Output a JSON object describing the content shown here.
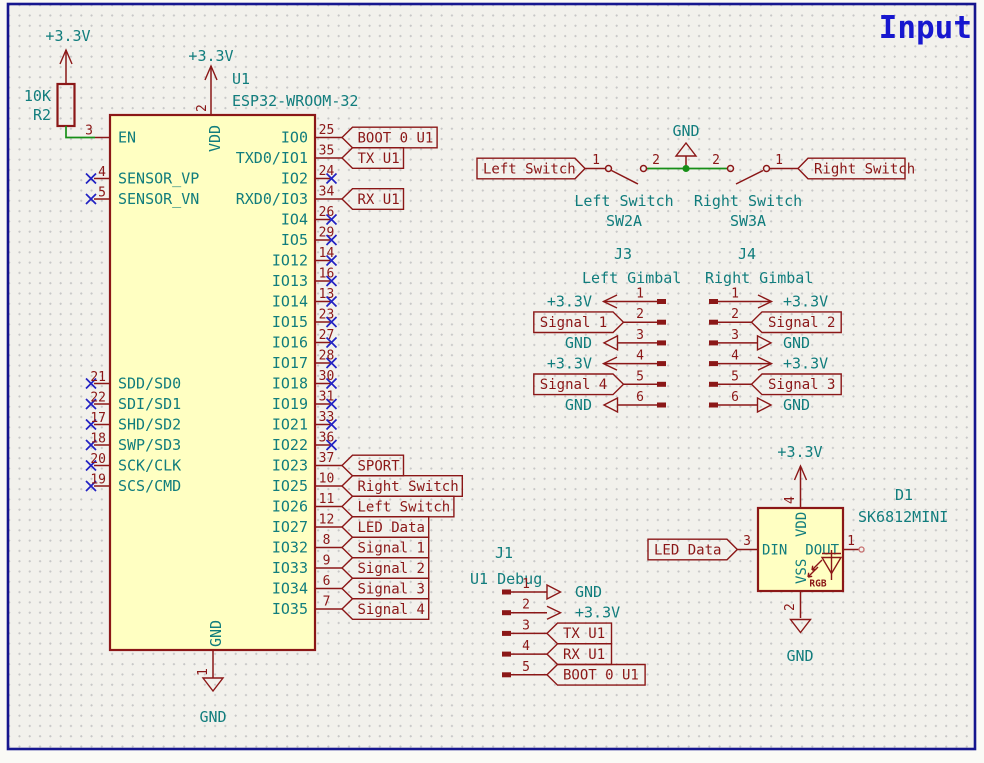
{
  "title": "Input",
  "colors": {
    "symbol_outline": "#8B1717",
    "symbol_fill": "#FFFFC2",
    "value_text": "#117D7D",
    "wire": "#178F17",
    "no_connect": "#2121C3",
    "sheet_border": "#16168F",
    "title_text": "#1717CF",
    "background": "#F2F1EC"
  },
  "r2": {
    "ref": "R2",
    "value": "10K",
    "net": "+3.3V",
    "pin_num": "3"
  },
  "u1": {
    "ref": "U1",
    "value": "ESP32-WROOM-32",
    "vdd_pin": {
      "num": "2",
      "name": "VDD",
      "net": "+3.3V"
    },
    "gnd_pin": {
      "num": "1",
      "name": "GND",
      "net": "GND"
    },
    "left_pins": [
      {
        "num": "3",
        "name": "EN",
        "row": 0,
        "conn": "resistor"
      },
      {
        "num": "4",
        "name": "SENSOR_VP",
        "row": 2,
        "conn": "nc"
      },
      {
        "num": "5",
        "name": "SENSOR_VN",
        "row": 3,
        "conn": "nc"
      },
      {
        "num": "21",
        "name": "SDD/SD0",
        "row": 12,
        "conn": "nc"
      },
      {
        "num": "22",
        "name": "SDI/SD1",
        "row": 13,
        "conn": "nc"
      },
      {
        "num": "17",
        "name": "SHD/SD2",
        "row": 14,
        "conn": "nc"
      },
      {
        "num": "18",
        "name": "SWP/SD3",
        "row": 15,
        "conn": "nc"
      },
      {
        "num": "20",
        "name": "SCK/CLK",
        "row": 16,
        "conn": "nc"
      },
      {
        "num": "19",
        "name": "SCS/CMD",
        "row": 17,
        "conn": "nc"
      }
    ],
    "right_pins": [
      {
        "num": "25",
        "name": "IO0",
        "label": "BOOT 0 U1"
      },
      {
        "num": "35",
        "name": "TXD0/IO1",
        "label": "TX U1"
      },
      {
        "num": "24",
        "name": "IO2",
        "conn": "nc"
      },
      {
        "num": "34",
        "name": "RXD0/IO3",
        "label": "RX U1"
      },
      {
        "num": "26",
        "name": "IO4",
        "conn": "nc"
      },
      {
        "num": "29",
        "name": "IO5",
        "conn": "nc"
      },
      {
        "num": "14",
        "name": "IO12",
        "conn": "nc"
      },
      {
        "num": "16",
        "name": "IO13",
        "conn": "nc"
      },
      {
        "num": "13",
        "name": "IO14",
        "conn": "nc"
      },
      {
        "num": "23",
        "name": "IO15",
        "conn": "nc"
      },
      {
        "num": "27",
        "name": "IO16",
        "conn": "nc"
      },
      {
        "num": "28",
        "name": "IO17",
        "conn": "nc"
      },
      {
        "num": "30",
        "name": "IO18",
        "conn": "nc"
      },
      {
        "num": "31",
        "name": "IO19",
        "conn": "nc"
      },
      {
        "num": "33",
        "name": "IO21",
        "conn": "nc"
      },
      {
        "num": "36",
        "name": "IO22",
        "conn": "nc"
      },
      {
        "num": "37",
        "name": "IO23",
        "label": "SPORT"
      },
      {
        "num": "10",
        "name": "IO25",
        "label": "Right Switch"
      },
      {
        "num": "11",
        "name": "IO26",
        "label": "Left Switch"
      },
      {
        "num": "12",
        "name": "IO27",
        "label": "LED Data"
      },
      {
        "num": "8",
        "name": "IO32",
        "label": "Signal 1"
      },
      {
        "num": "9",
        "name": "IO33",
        "label": "Signal 2"
      },
      {
        "num": "6",
        "name": "IO34",
        "label": "Signal 3"
      },
      {
        "num": "7",
        "name": "IO35",
        "label": "Signal 4"
      }
    ]
  },
  "switch_area": {
    "gnd_net": "GND",
    "left": {
      "label": "Left Switch",
      "name": "Left Switch",
      "ref": "SW2A",
      "pin_outer": "1",
      "pin_inner": "2"
    },
    "right": {
      "label": "Right Switch",
      "name": "Right Switch",
      "ref": "SW3A",
      "pin_outer": "1",
      "pin_inner": "2"
    }
  },
  "j3": {
    "ref": "J3",
    "name": "Left Gimbal",
    "pins": [
      {
        "num": "1",
        "type": "power",
        "label": "+3.3V"
      },
      {
        "num": "2",
        "type": "signal",
        "label": "Signal 1"
      },
      {
        "num": "3",
        "type": "gnd",
        "label": "GND"
      },
      {
        "num": "4",
        "type": "power",
        "label": "+3.3V"
      },
      {
        "num": "5",
        "type": "signal",
        "label": "Signal 4"
      },
      {
        "num": "6",
        "type": "gnd",
        "label": "GND"
      }
    ]
  },
  "j4": {
    "ref": "J4",
    "name": "Right Gimbal",
    "pins": [
      {
        "num": "1",
        "type": "power",
        "label": "+3.3V"
      },
      {
        "num": "2",
        "type": "signal",
        "label": "Signal 2"
      },
      {
        "num": "3",
        "type": "gnd",
        "label": "GND"
      },
      {
        "num": "4",
        "type": "power",
        "label": "+3.3V"
      },
      {
        "num": "5",
        "type": "signal",
        "label": "Signal 3"
      },
      {
        "num": "6",
        "type": "gnd",
        "label": "GND"
      }
    ]
  },
  "j1": {
    "ref": "J1",
    "name": "U1 Debug",
    "pins": [
      {
        "num": "1",
        "type": "gnd",
        "label": "GND"
      },
      {
        "num": "2",
        "type": "power",
        "label": "+3.3V"
      },
      {
        "num": "3",
        "type": "signal",
        "label": "TX U1"
      },
      {
        "num": "4",
        "type": "signal",
        "label": "RX U1"
      },
      {
        "num": "5",
        "type": "signal",
        "label": "BOOT 0 U1"
      }
    ]
  },
  "d1": {
    "ref": "D1",
    "value": "SK6812MINI",
    "rgb": "RGB",
    "pins": {
      "din": {
        "num": "3",
        "name": "DIN",
        "label": "LED Data"
      },
      "dout": {
        "num": "1",
        "name": "DOUT"
      },
      "vdd": {
        "num": "4",
        "name": "VDD",
        "net": "+3.3V"
      },
      "vss": {
        "num": "2",
        "name": "VSS",
        "net": "GND"
      }
    }
  }
}
